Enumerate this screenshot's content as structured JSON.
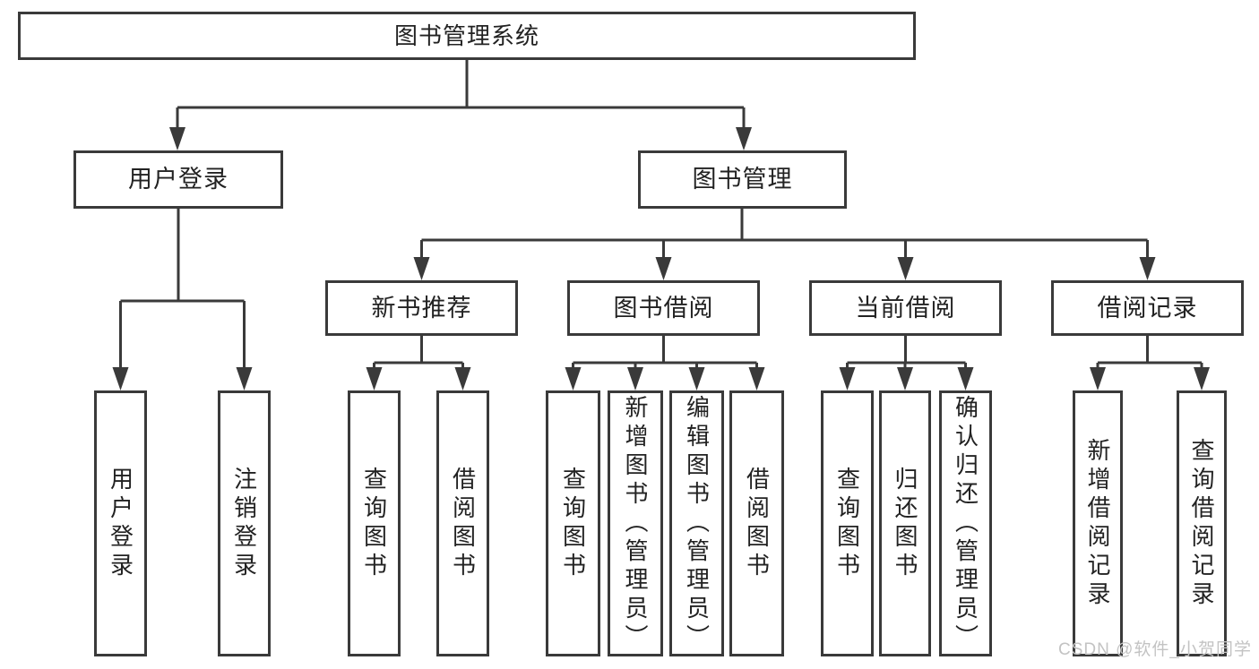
{
  "diagram": {
    "root": {
      "label": "图书管理系统"
    },
    "level2": [
      {
        "id": "user-login",
        "label": "用户登录"
      },
      {
        "id": "book-management",
        "label": "图书管理"
      }
    ],
    "level3": [
      {
        "id": "new-book-recommend",
        "label": "新书推荐"
      },
      {
        "id": "book-borrowing",
        "label": "图书借阅"
      },
      {
        "id": "current-borrowing",
        "label": "当前借阅"
      },
      {
        "id": "borrowing-records",
        "label": "借阅记录"
      }
    ],
    "leaves": [
      {
        "id": "user-login-leaf",
        "label": "用户登录"
      },
      {
        "id": "logout-leaf",
        "label": "注销登录"
      },
      {
        "id": "nb-query-books",
        "label": "查询图书"
      },
      {
        "id": "nb-borrow-books",
        "label": "借阅图书"
      },
      {
        "id": "bb-query-books",
        "label": "查询图书"
      },
      {
        "id": "bb-add-books-admin",
        "label": "新增图书（管理员）"
      },
      {
        "id": "bb-edit-books-admin",
        "label": "编辑图书（管理员）"
      },
      {
        "id": "bb-borrow-books",
        "label": "借阅图书"
      },
      {
        "id": "cb-query-books",
        "label": "查询图书"
      },
      {
        "id": "cb-return-books",
        "label": "归还图书"
      },
      {
        "id": "cb-confirm-return-admin",
        "label": "确认归还（管理员）"
      },
      {
        "id": "br-add-borrow-record",
        "label": "新增借阅记录"
      },
      {
        "id": "br-query-borrow-record",
        "label": "查询借阅记录"
      }
    ]
  },
  "watermark": "CSDN @软件_小贺同学",
  "colors": {
    "line": "#3a3a3a",
    "text": "#222222",
    "watermark": "#c3c3c3",
    "background": "#ffffff"
  }
}
